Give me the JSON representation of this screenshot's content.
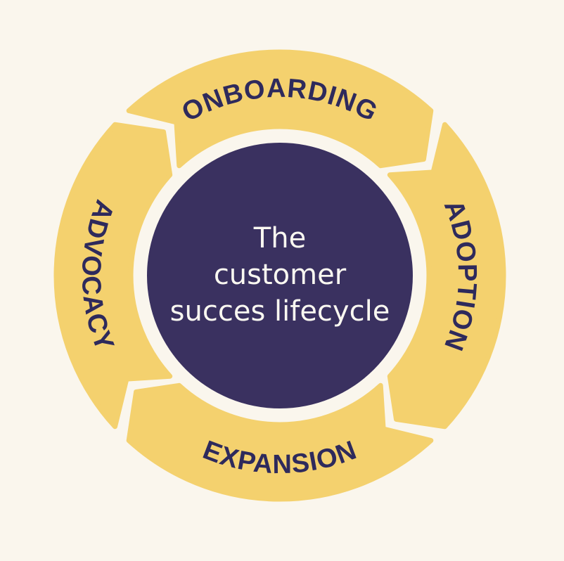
{
  "center": {
    "title_lines": [
      "The",
      "customer",
      "succes lifecycle"
    ]
  },
  "ring": {
    "flow_direction": "clockwise",
    "segments": [
      {
        "id": "onboarding",
        "label": "ONBOARDING",
        "position": "top"
      },
      {
        "id": "adoption",
        "label": "ADOPTION",
        "position": "right"
      },
      {
        "id": "expansion",
        "label": "EXPANSION",
        "position": "bottom"
      },
      {
        "id": "advocacy",
        "label": "ADVOCACY",
        "position": "left"
      }
    ]
  },
  "colors": {
    "background": "#FAF6ED",
    "ring_yellow": "#F4D16E",
    "center_navy": "#3A3160",
    "label_navy": "#2E2A5C",
    "center_text": "#FAF8F1"
  }
}
